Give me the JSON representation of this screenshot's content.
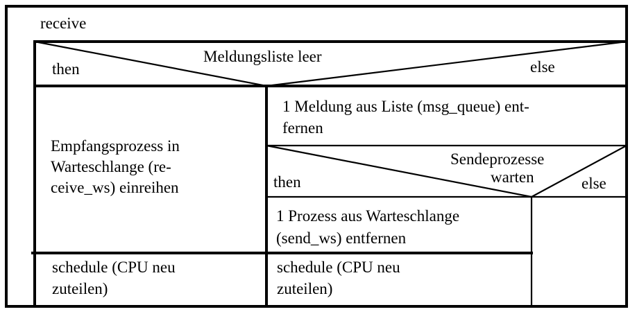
{
  "block": {
    "label": "receive"
  },
  "decision_outer": {
    "condition": "Meldungsliste leer",
    "then_label": "then",
    "else_label": "else"
  },
  "then_branch": {
    "action_lines": [
      "Empfangsprozess in",
      "Warteschlange (re-",
      "ceive_ws) einreihen"
    ],
    "schedule_lines": [
      "schedule (CPU neu",
      "zuteilen)"
    ]
  },
  "else_branch": {
    "remove_message_lines": [
      "1 Meldung aus Liste (msg_queue) ent-",
      "fernen"
    ],
    "decision_inner": {
      "condition_lines": [
        "Sendeprozesse",
        "warten"
      ],
      "then_label": "then",
      "else_label": "else"
    },
    "remove_process_lines": [
      "1 Prozess aus Warteschlange",
      "(send_ws) entfernen"
    ],
    "schedule_lines": [
      "schedule (CPU neu",
      "zuteilen)"
    ]
  }
}
